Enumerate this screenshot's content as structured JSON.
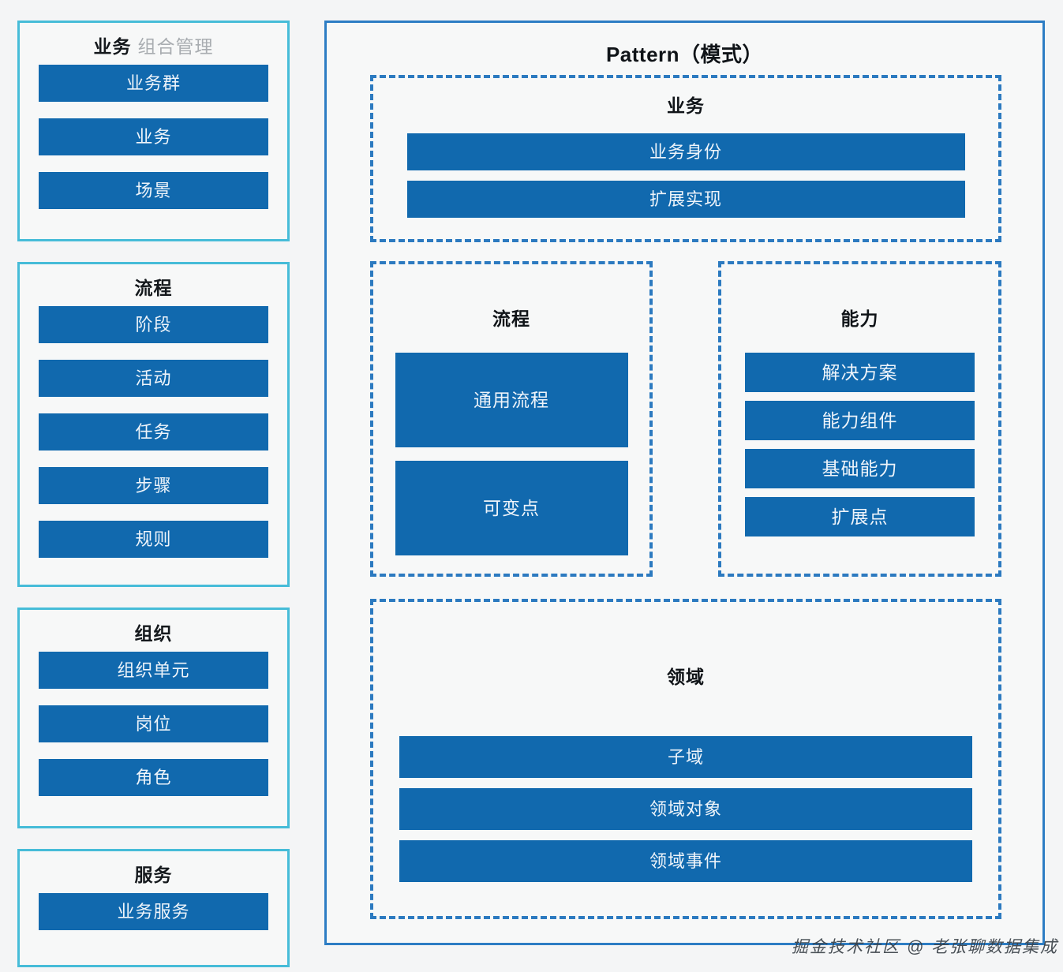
{
  "left_column": {
    "panels": [
      {
        "title_strong": "业务",
        "title_muted": "组合管理",
        "items": [
          "业务群",
          "业务",
          "场景"
        ]
      },
      {
        "title_strong": "流程",
        "title_muted": "",
        "items": [
          "阶段",
          "活动",
          "任务",
          "步骤",
          "规则"
        ]
      },
      {
        "title_strong": "组织",
        "title_muted": "",
        "items": [
          "组织单元",
          "岗位",
          "角色"
        ]
      },
      {
        "title_strong": "服务",
        "title_muted": "",
        "items": [
          "业务服务"
        ]
      }
    ]
  },
  "right_panel": {
    "title": "Pattern（模式）",
    "sections": [
      {
        "title": "业务",
        "items": [
          "业务身份",
          "扩展实现"
        ]
      },
      {
        "title": "流程",
        "items": [
          "通用流程",
          "可变点"
        ]
      },
      {
        "title": "能力",
        "items": [
          "解决方案",
          "能力组件",
          "基础能力",
          "扩展点"
        ]
      },
      {
        "title": "领域",
        "items": [
          "子域",
          "领域对象",
          "领域事件"
        ]
      }
    ]
  },
  "watermark": "掘金技术社区 @ 老张聊数据集成",
  "colors": {
    "page_background": "#f4f5f6",
    "panel_background": "#f7f8f8",
    "left_panel_border": "#46bcd8",
    "right_panel_border": "#2d7dc4",
    "dashed_border": "#2c7ac0",
    "box_fill": "#1169ae",
    "box_text": "#eef4fa",
    "title_text": "#101418",
    "muted_title_text": "#a9adb1"
  }
}
